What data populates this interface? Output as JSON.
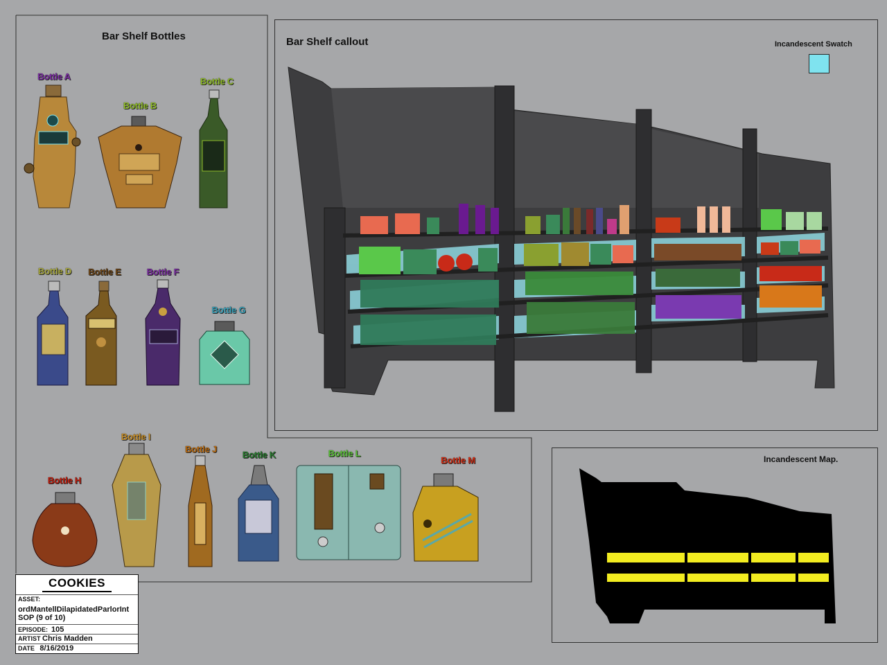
{
  "panels": {
    "bottles_title": "Bar Shelf Bottles",
    "callout_title": "Bar Shelf callout",
    "swatch_label": "Incandescent Swatch",
    "swatch_color": "#7fe3ef",
    "map_title": "Incandescent Map."
  },
  "bottles": [
    {
      "label": "Bottle A",
      "color": "#7a2ea0"
    },
    {
      "label": "Bottle B",
      "color": "#8fbb2a"
    },
    {
      "label": "Bottle C",
      "color": "#8fbb2a"
    },
    {
      "label": "Bottle D",
      "color": "#9a9a40"
    },
    {
      "label": "Bottle E",
      "color": "#7a4a18"
    },
    {
      "label": "Bottle F",
      "color": "#7a2ea0"
    },
    {
      "label": "Bottle G",
      "color": "#3aa0b8"
    },
    {
      "label": "Bottle H",
      "color": "#c02010"
    },
    {
      "label": "Bottle I",
      "color": "#c8902a"
    },
    {
      "label": "Bottle J",
      "color": "#b86a10"
    },
    {
      "label": "Bottle K",
      "color": "#2a7a30"
    },
    {
      "label": "Bottle L",
      "color": "#5cc23a"
    },
    {
      "label": "Bottle M",
      "color": "#d03018"
    }
  ],
  "titleblock": {
    "logo": "COOKIES",
    "asset_label": "ASSET:",
    "asset_value": "ordMantellDilapidatedParlorInt",
    "asset_value_2": "SOP (9 of 10)",
    "episode_label": "EPISODE:",
    "episode_value": "105",
    "artist_label": "ARTIST",
    "artist_value": "Chris Madden",
    "date_label": "DATE",
    "date_value": "8/16/2019"
  }
}
